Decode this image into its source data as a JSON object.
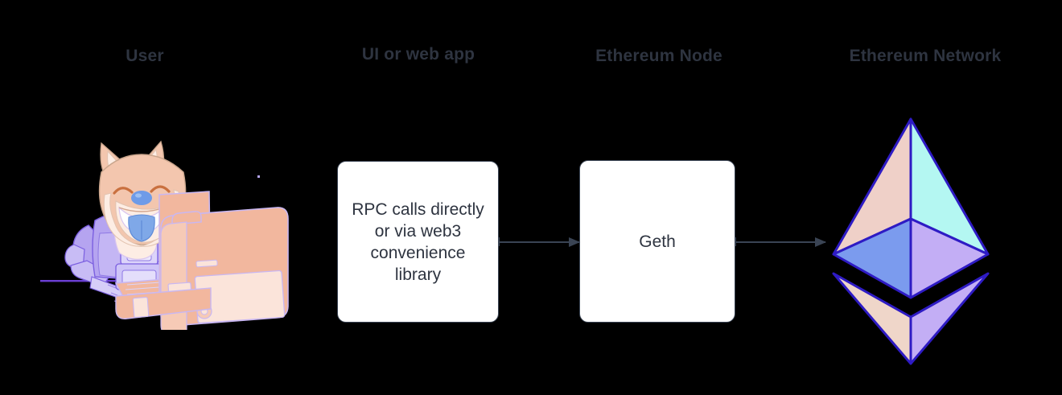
{
  "diagram": {
    "title": "Ethereum client architecture flow",
    "background_color": "#000000",
    "columns": [
      {
        "id": "user",
        "label": "User"
      },
      {
        "id": "ui",
        "label": "UI or web app"
      },
      {
        "id": "node",
        "label": "Ethereum Node"
      },
      {
        "id": "network",
        "label": "Ethereum Network"
      }
    ],
    "nodes": [
      {
        "id": "box-ui",
        "label": "RPC calls directly\nor via web3\nconvenience\nlibrary",
        "fill": "#FFFFFF",
        "border": "#3A4454"
      },
      {
        "id": "box-geth",
        "label": "Geth",
        "fill": "#FFFFFF",
        "border": "#3A4454"
      }
    ],
    "arrows": [
      {
        "id": "arrow-ui-to-node",
        "from": "box-ui",
        "to": "box-geth",
        "color": "#3A4454",
        "style": "solid-arrow"
      },
      {
        "id": "arrow-node-to-network",
        "from": "box-geth",
        "to": "eth-logo",
        "color": "#3A4454",
        "style": "solid-arrow"
      }
    ],
    "illustrations": [
      {
        "id": "dog-illustration",
        "name": "shiba-inu-at-computer",
        "description": "Smiling Shiba Inu dog in a lavender spacesuit typing on a peach retro desktop computer",
        "colors": {
          "fur": "#F3C6AE",
          "fur_light": "#FDEDE4",
          "suit": "#B5A4F0",
          "suit_light": "#DCD4FA",
          "nose": "#6E9BE8",
          "tongue": "#7FA8E8",
          "computer": "#F2B79E",
          "computer_light": "#FBE4DA",
          "outline": "#C9B7F2"
        }
      },
      {
        "id": "eth-logo",
        "name": "ethereum-diamond-logo",
        "description": "Ethereum diamond mark with faceted pastel faces",
        "colors": {
          "top_left": "#EFD0C8",
          "top_right": "#B4F7F2",
          "mid_left": "#7B9BEE",
          "mid_right": "#C3AEF5",
          "bottom_left": "#EFD6C9",
          "bottom_right": "#C3AEF5",
          "edge": "#2E1BC4"
        }
      }
    ],
    "text_color": "#2E3440"
  }
}
